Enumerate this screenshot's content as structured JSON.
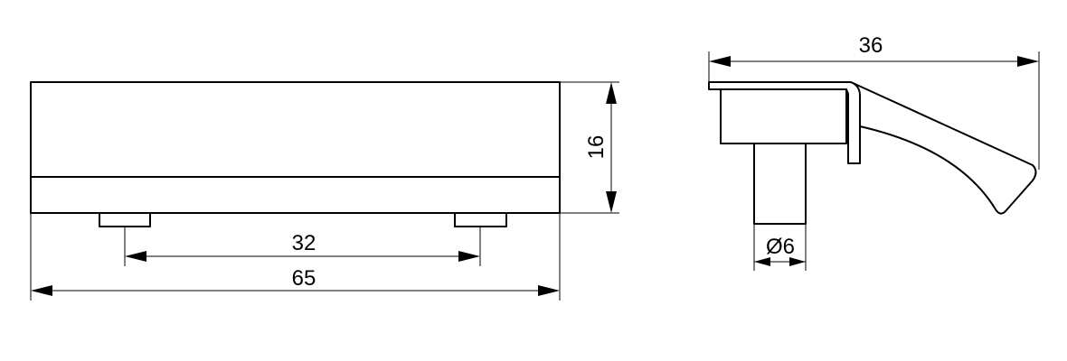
{
  "front_view": {
    "dimensions": {
      "overall_length": "65",
      "hole_spacing": "32",
      "height": "16"
    }
  },
  "side_view": {
    "dimensions": {
      "depth": "36",
      "diameter": "Ø6"
    }
  },
  "colors": {
    "line": "#000000",
    "background": "#ffffff"
  }
}
